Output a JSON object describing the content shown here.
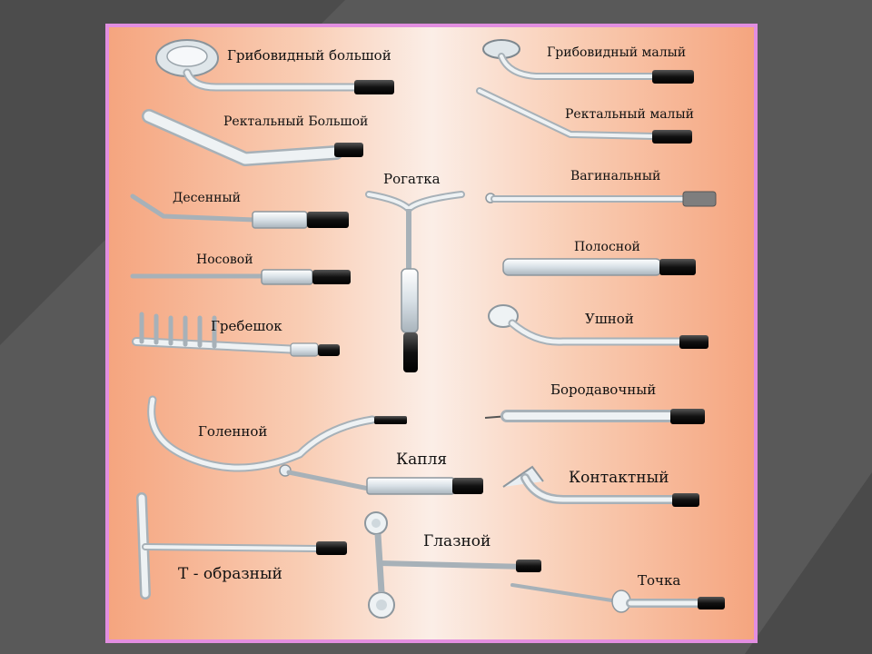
{
  "labels": {
    "grib_big": "Грибовидный большой",
    "rect_big": "Ректальный Большой",
    "desen": "Десенный",
    "nos": "Носовой",
    "greb": "Гребешок",
    "golen": "Голенной",
    "t_shape": "Т - образный",
    "rogatka": "Рогатка",
    "kaplya": "Капля",
    "glaz": "Глазной",
    "grib_small": "Грибовидный малый",
    "rect_small": "Ректальный малый",
    "vagin": "Вагинальный",
    "polos": "Полосной",
    "ush": "Ушной",
    "borod": "Бородавочный",
    "kontakt": "Контактный",
    "tochka": "Точка"
  },
  "colors": {
    "page_bg": "#595959",
    "frame_border": "#e28ee0",
    "glass": "#e8eef2",
    "cap": "#1c1c1c"
  }
}
